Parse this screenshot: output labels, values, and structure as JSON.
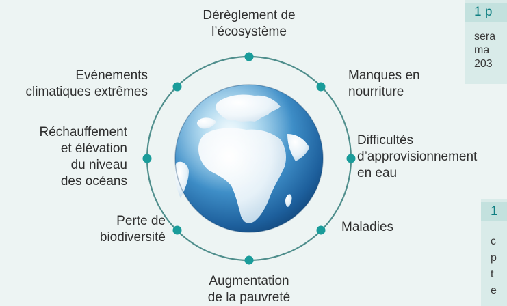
{
  "diagram": {
    "center": "globe-icon",
    "colors": {
      "ring": "#4f8e8c",
      "node": "#1a9c9a",
      "accent": "#0f7f82"
    },
    "labels": {
      "top": "Dérèglement de\nl’écosystème",
      "top_right": "Manques en\nnourriture",
      "right": "Difficultés\nd’approvisionnement\nen eau",
      "bottom_right": "Maladies",
      "bottom": "Augmentation\nde la pauvreté",
      "bottom_left": "Perte de\nbiodiversité",
      "left": "Réchauffement\net élévation\ndu niveau\ndes océans",
      "top_left": "Evénements\nclimatiques extrêmes"
    }
  },
  "side_boxes": [
    {
      "heading": "1 p",
      "body": "sera\nma\n203"
    },
    {
      "heading": "1",
      "body": "c\np\nt\ne"
    }
  ]
}
